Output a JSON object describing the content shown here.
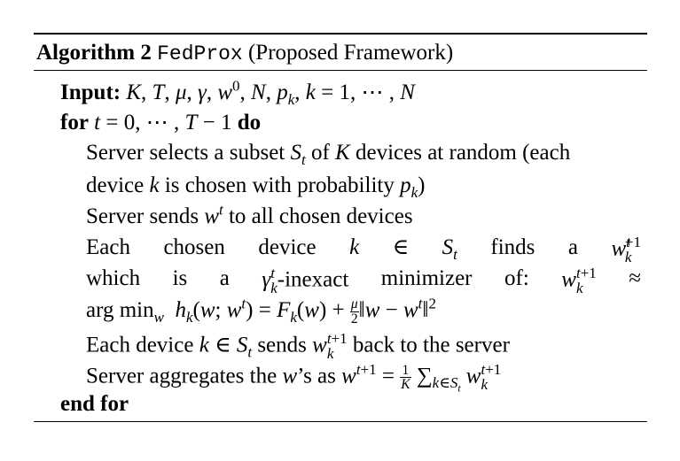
{
  "algorithm": {
    "label": "Algorithm 2",
    "name": "FedProx",
    "subtitle": "(Proposed Framework)"
  },
  "lines": {
    "input_keyword": "Input:",
    "input_params": "K, T, μ, γ, w⁰, N, pₖ, k = 1, ⋯ , N",
    "for_keyword": "for",
    "for_range": "t = 0, ⋯ , T − 1",
    "do_keyword": "do",
    "step1": "Server selects a subset Sₜ of K devices at random (each device k is chosen with probability pₖ)",
    "step2": "Server sends wᵗ to all chosen devices",
    "step3": "Each chosen device k ∈ Sₜ finds a wₖᵗ⁺¹ which is a γₖᵗ-inexact minimizer of: wₖᵗ⁺¹ ≈ arg min_w hₖ(w; wᵗ) = Fₖ(w) + μ/2 ‖w − wᵗ‖²",
    "step4": "Each device k ∈ Sₜ sends wₖᵗ⁺¹ back to the server",
    "step5": "Server aggregates the w’s as wᵗ⁺¹ = 1/K Σ_{k∈Sₜ} wₖᵗ⁺¹",
    "end_keyword": "end for"
  },
  "text": {
    "selects": "Server selects a subset",
    "of": "of",
    "devices_random": "devices at random (each",
    "device": "device",
    "chosen_prob": "is chosen with probability",
    "sends": "Server sends",
    "to_all": "to all chosen devices",
    "w_each": "Each",
    "w_chosen": "chosen",
    "w_device": "device",
    "w_finds": "finds",
    "w_a": "a",
    "w_which": "which",
    "w_is": "is",
    "w_a2": "a",
    "inexact": "-inexact",
    "w_minimizer": "minimizer",
    "w_of": "of:",
    "argmin": "arg min",
    "each_device": "Each device",
    "sends_back": "sends",
    "back_server": "back to the server",
    "aggregates": "Server aggregates the",
    "s_as": "’s as"
  }
}
